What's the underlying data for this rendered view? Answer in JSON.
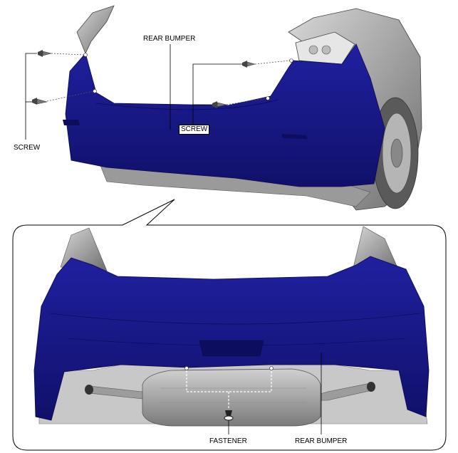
{
  "labels": {
    "rear_bumper_top": "REAR BUMPER",
    "screw_left": "SCREW",
    "screw_right": "SCREW",
    "fastener": "FASTENER",
    "rear_bumper_bottom": "REAR BUMPER"
  },
  "colors": {
    "bumper": "#1a1a8c",
    "bumper_dark": "#0d0d5e",
    "body_gray": "#8a8a8a",
    "line": "#000000"
  }
}
